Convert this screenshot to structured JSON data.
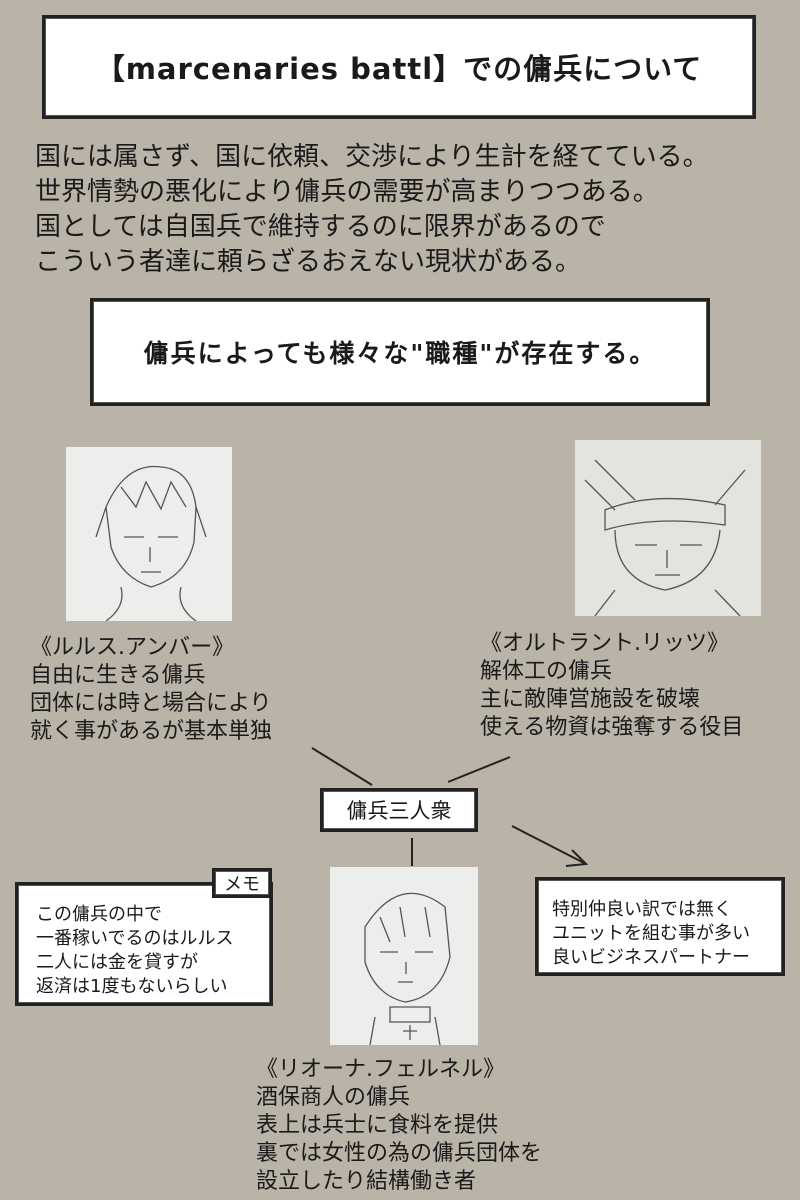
{
  "title": "【marcenaries battl】での傭兵について",
  "intro": [
    "国には属さず、国に依頼、交渉により生計を経てている。",
    "世界情勢の悪化により傭兵の需要が高まりつつある。",
    "国としては自国兵で維持するのに限界があるので",
    "こういう者達に頼らざるおえない現状がある。"
  ],
  "subtitle": "傭兵によっても様々な\"職種\"が存在する。",
  "characters": [
    {
      "name": "《ルルス.アンバー》",
      "lines": [
        "自由に生きる傭兵",
        "団体には時と場合により",
        "就く事があるが基本単独"
      ]
    },
    {
      "name": "《オルトラント.リッツ》",
      "lines": [
        "解体工の傭兵",
        "主に敵陣営施設を破壊",
        "使える物資は強奪する役目"
      ]
    },
    {
      "name": "《リオーナ.フェルネル》",
      "lines": [
        "酒保商人の傭兵",
        "表上は兵士に食料を提供",
        "裏では女性の為の傭兵団体を",
        "設立したり結構働き者"
      ]
    }
  ],
  "center_label": "傭兵三人衆",
  "memo": {
    "tag": "メモ",
    "lines": [
      "この傭兵の中で",
      "一番稼いでるのはルルス",
      "二人には金を貸すが",
      "返済は1度もないらしい"
    ]
  },
  "note": {
    "lines": [
      "特別仲良い訳では無く",
      "ユニットを組む事が多い",
      "良いビジネスパートナー"
    ]
  }
}
